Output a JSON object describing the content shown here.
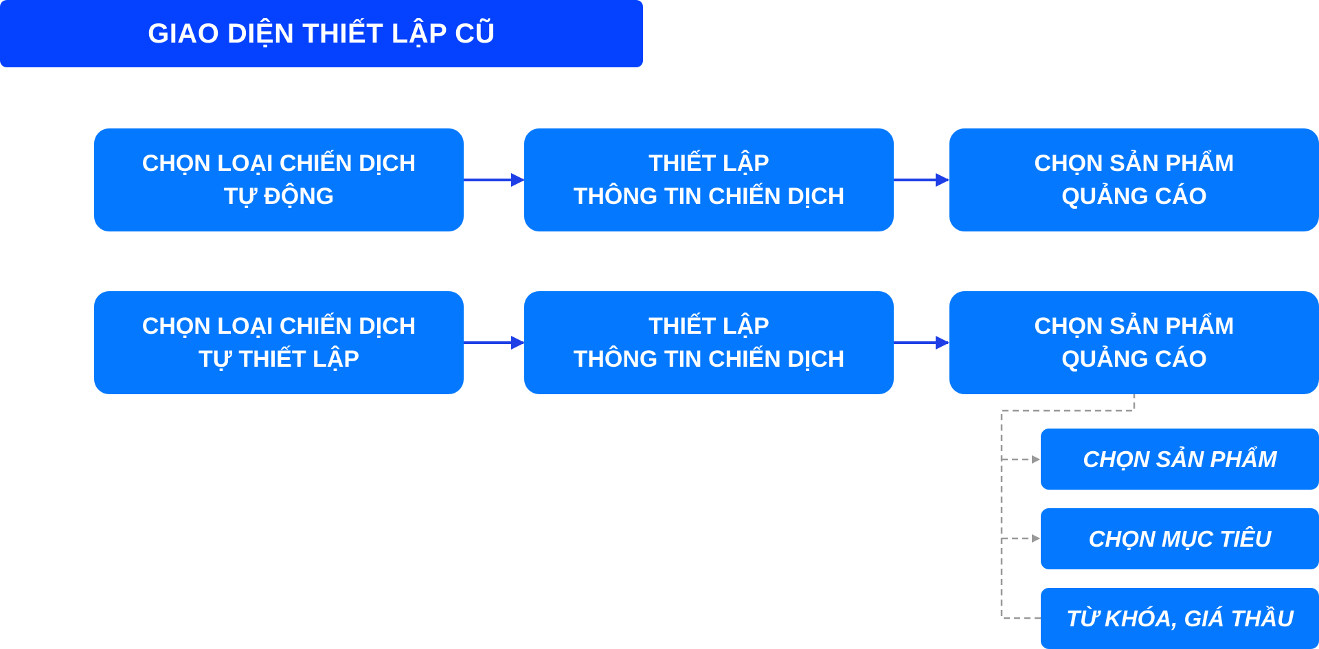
{
  "colors": {
    "banner": "#0442FF",
    "box": "#0479FF",
    "arrow": "#1E3FE6",
    "dashed": "#999999",
    "text": "#FFFFFF",
    "background": "#FFFFFF"
  },
  "title": "GIAO DIỆN THIẾT LẬP CŨ",
  "rows": [
    {
      "steps": [
        {
          "line1": "CHỌN LOẠI CHIẾN DỊCH",
          "line2": "TỰ ĐỘNG"
        },
        {
          "line1": "THIẾT LẬP",
          "line2": "THÔNG TIN CHIẾN DỊCH"
        },
        {
          "line1": "CHỌN SẢN PHẨM",
          "line2": "QUẢNG CÁO"
        }
      ]
    },
    {
      "steps": [
        {
          "line1": "CHỌN LOẠI CHIẾN DỊCH",
          "line2": "TỰ THIẾT LẬP"
        },
        {
          "line1": "THIẾT LẬP",
          "line2": "THÔNG TIN CHIẾN DỊCH"
        },
        {
          "line1": "CHỌN SẢN PHẨM",
          "line2": "QUẢNG CÁO"
        }
      ]
    }
  ],
  "substeps": [
    "CHỌN SẢN PHẨM",
    "CHỌN MỤC TIÊU",
    "TỪ KHÓA, GIÁ THẦU"
  ]
}
